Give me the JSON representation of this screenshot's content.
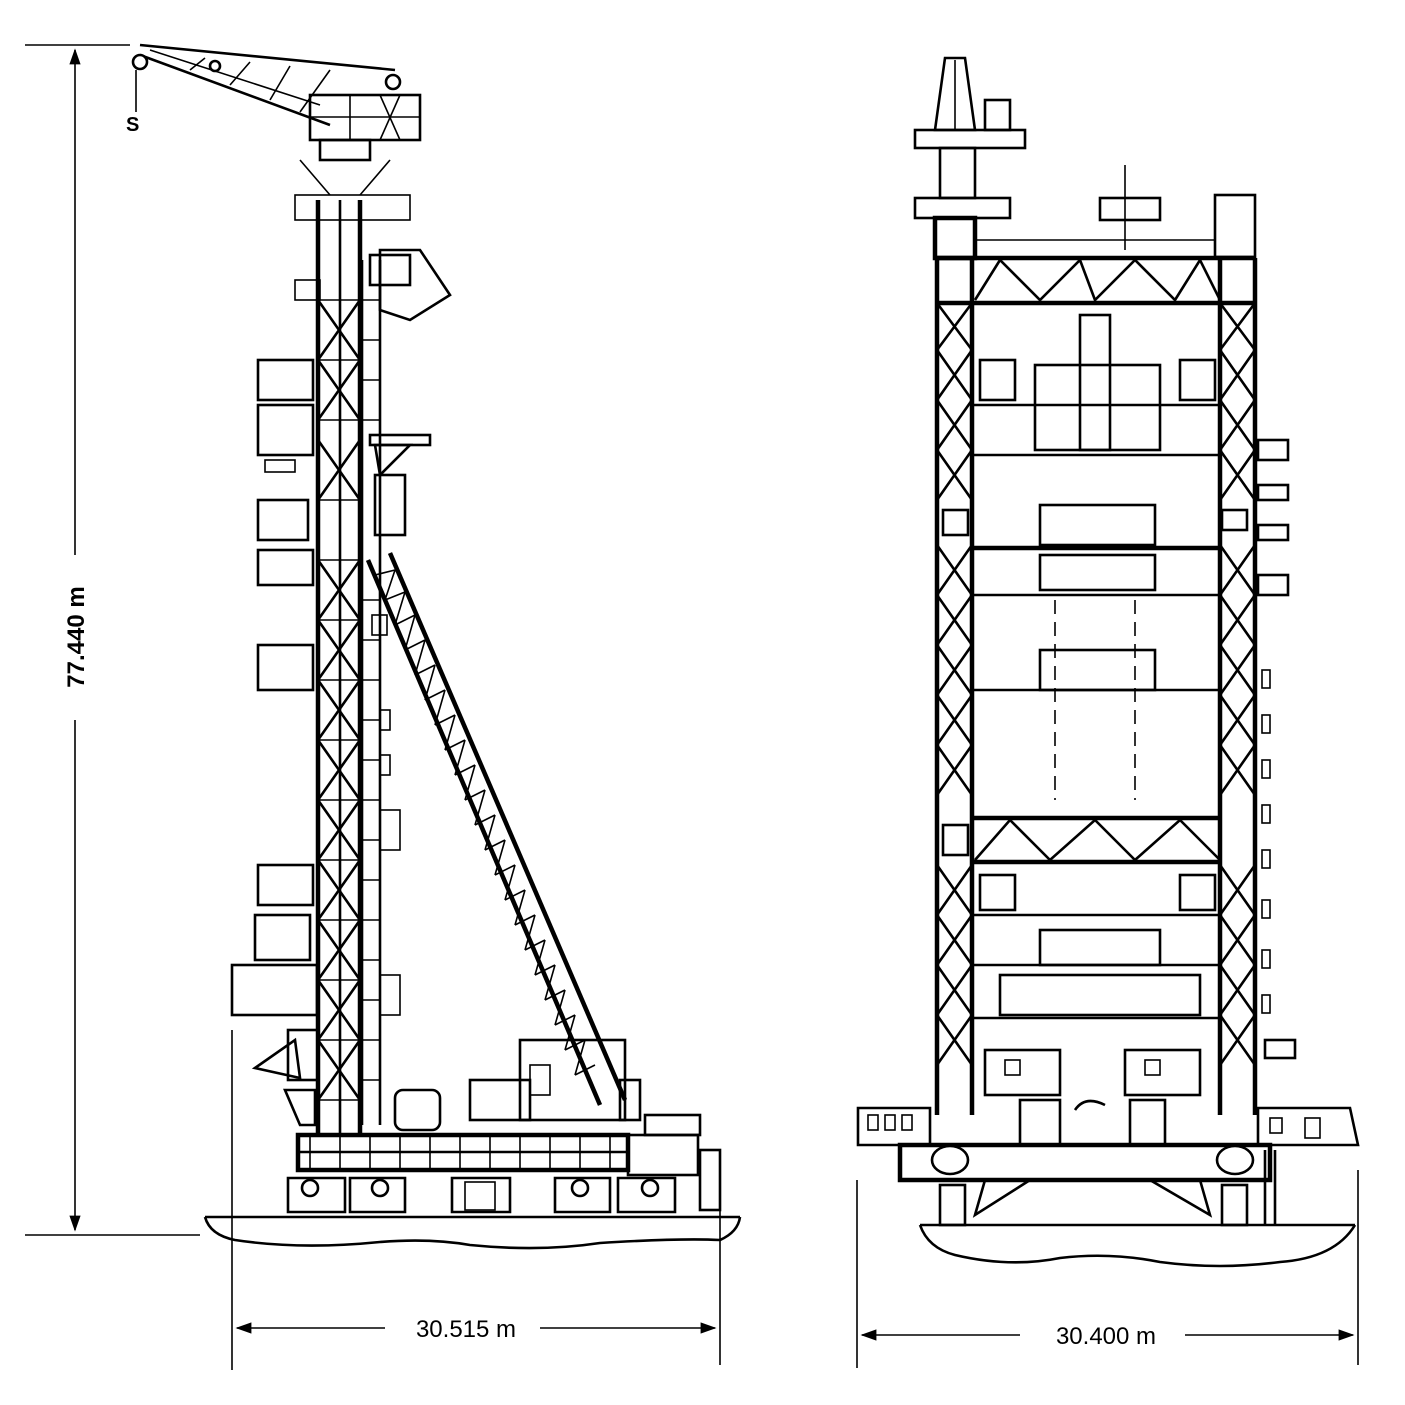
{
  "dimensions": {
    "height_label": "77.440 m",
    "left_width_label": "30.515 m",
    "right_width_label": "30.400 m"
  },
  "markings": {
    "hook_letter": "S"
  },
  "colors": {
    "line": "#000000",
    "background": "#ffffff"
  }
}
